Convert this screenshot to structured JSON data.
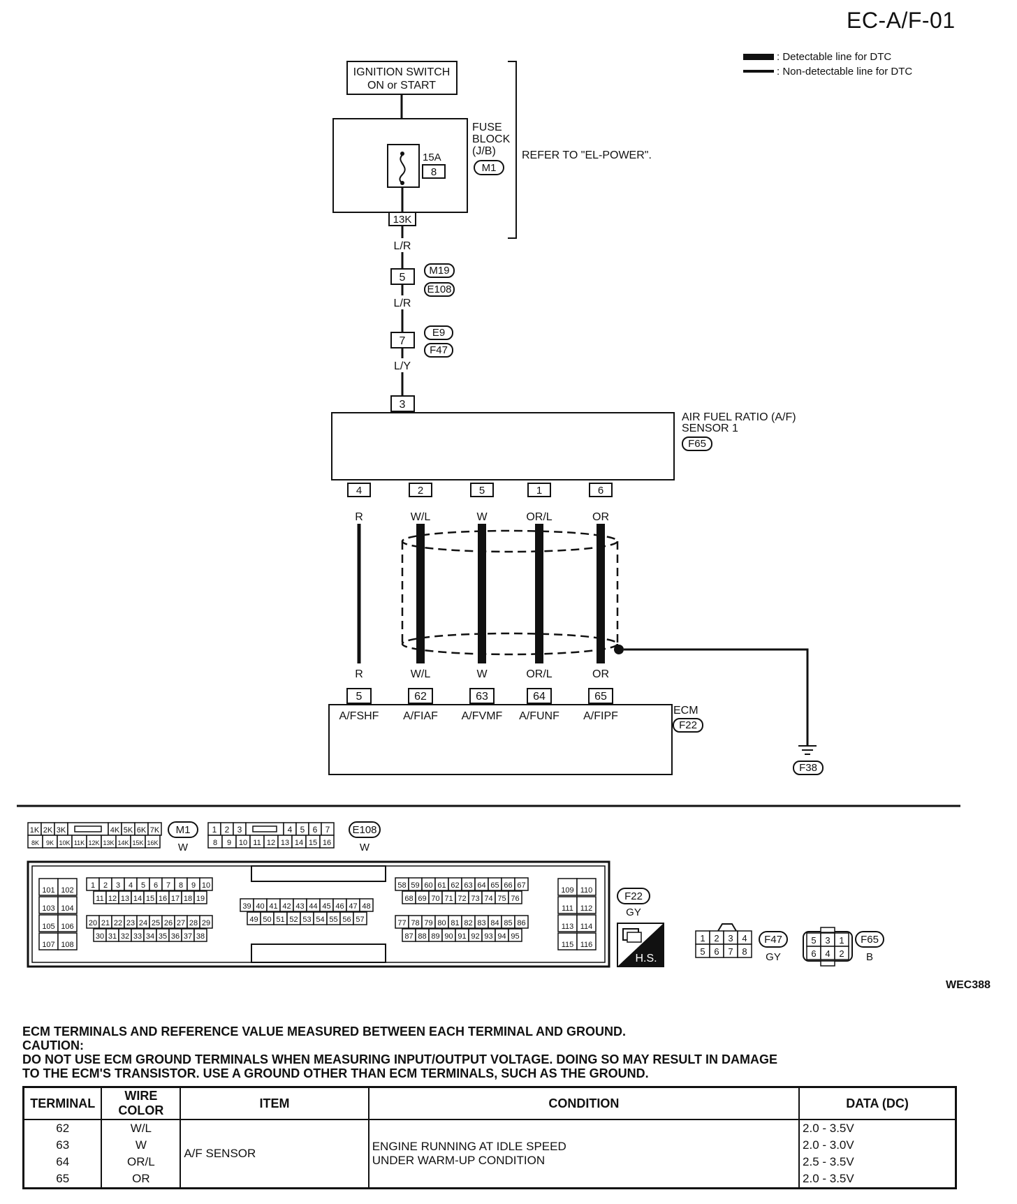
{
  "page_id": "EC-A/F-01",
  "figure_code": "WEC388",
  "legend": {
    "detectable": ": Detectable line for DTC",
    "non_detectable": ": Non-detectable line for DTC"
  },
  "ignition_switch": {
    "line1": "IGNITION SWITCH",
    "line2": "ON or START"
  },
  "fuse_block": {
    "label1": "FUSE",
    "label2": "BLOCK",
    "label3": "(J/B)",
    "connector": "M1",
    "fuse_rating": "15A",
    "fuse_number": "8",
    "terminal": "13K"
  },
  "refer_note": "REFER TO \"EL-POWER\".",
  "wires": {
    "w1": "L/R",
    "w2": "L/R",
    "w3": "L/Y"
  },
  "joint1": {
    "pin": "5",
    "conn_a": "M19",
    "conn_b": "E108"
  },
  "joint2": {
    "pin": "7",
    "conn_a": "E9",
    "conn_b": "F47"
  },
  "sensor": {
    "name1": "AIR FUEL RATIO (A/F)",
    "name2": "SENSOR 1",
    "connector": "F65",
    "top_pin": "3",
    "pins": [
      {
        "pin": "4",
        "color": "R"
      },
      {
        "pin": "2",
        "color": "W/L"
      },
      {
        "pin": "5",
        "color": "W"
      },
      {
        "pin": "1",
        "color": "OR/L"
      },
      {
        "pin": "6",
        "color": "OR"
      }
    ]
  },
  "ecm": {
    "name": "ECM",
    "connector": "F22",
    "terminals": [
      {
        "pin": "5",
        "color": "R",
        "signal": "A/FSHF"
      },
      {
        "pin": "62",
        "color": "W/L",
        "signal": "A/FIAF"
      },
      {
        "pin": "63",
        "color": "W",
        "signal": "A/FVMF"
      },
      {
        "pin": "64",
        "color": "OR/L",
        "signal": "A/FUNF"
      },
      {
        "pin": "65",
        "color": "OR",
        "signal": "A/FIPF"
      }
    ]
  },
  "ground_connector": "F38",
  "connectors": {
    "m1": {
      "id": "M1",
      "color": "W",
      "row1_left": [
        "1K",
        "2K",
        "3K"
      ],
      "row1_right": [
        "4K",
        "5K",
        "6K",
        "7K"
      ],
      "row2": [
        "8K",
        "9K",
        "10K",
        "11K",
        "12K",
        "13K",
        "14K",
        "15K",
        "16K"
      ]
    },
    "e108": {
      "id": "E108",
      "color": "W",
      "row1_left": [
        "1",
        "2",
        "3"
      ],
      "row1_right": [
        "4",
        "5",
        "6",
        "7"
      ],
      "row2": [
        "8",
        "9",
        "10",
        "11",
        "12",
        "13",
        "14",
        "15",
        "16"
      ]
    },
    "f22": {
      "id": "F22",
      "color": "GY",
      "col_left": [
        [
          "101",
          "102"
        ],
        [
          "103",
          "104"
        ],
        [
          "105",
          "106"
        ],
        [
          "107",
          "108"
        ]
      ],
      "col_right": [
        [
          "109",
          "110"
        ],
        [
          "111",
          "112"
        ],
        [
          "113",
          "114"
        ],
        [
          "115",
          "116"
        ]
      ],
      "b1_r1": [
        "1",
        "2",
        "3",
        "4",
        "5",
        "6",
        "7",
        "8",
        "9",
        "10"
      ],
      "b1_r2": [
        "11",
        "12",
        "13",
        "14",
        "15",
        "16",
        "17",
        "18",
        "19"
      ],
      "b1_r3": [
        "20",
        "21",
        "22",
        "23",
        "24",
        "25",
        "26",
        "27",
        "28",
        "29"
      ],
      "b1_r4": [
        "30",
        "31",
        "32",
        "33",
        "34",
        "35",
        "36",
        "37",
        "38"
      ],
      "b2_r1": [
        "39",
        "40",
        "41",
        "42",
        "43",
        "44",
        "45",
        "46",
        "47",
        "48"
      ],
      "b2_r2": [
        "49",
        "50",
        "51",
        "52",
        "53",
        "54",
        "55",
        "56",
        "57"
      ],
      "b3_r1": [
        "58",
        "59",
        "60",
        "61",
        "62",
        "63",
        "64",
        "65",
        "66",
        "67"
      ],
      "b3_r2": [
        "68",
        "69",
        "70",
        "71",
        "72",
        "73",
        "74",
        "75",
        "76"
      ],
      "b3_r3": [
        "77",
        "78",
        "79",
        "80",
        "81",
        "82",
        "83",
        "84",
        "85",
        "86"
      ],
      "b3_r4": [
        "87",
        "88",
        "89",
        "90",
        "91",
        "92",
        "93",
        "94",
        "95"
      ]
    },
    "hs_badge": "H.S.",
    "f47": {
      "id": "F47",
      "color": "GY",
      "row1": [
        "1",
        "2",
        "3",
        "4"
      ],
      "row2": [
        "5",
        "6",
        "7",
        "8"
      ]
    },
    "f65": {
      "id": "F65",
      "color": "B",
      "row1": [
        "5",
        "3",
        "1"
      ],
      "row2": [
        "6",
        "4",
        "2"
      ]
    }
  },
  "notes": {
    "line1": "ECM TERMINALS AND REFERENCE VALUE MEASURED BETWEEN EACH TERMINAL AND GROUND.",
    "line2": "CAUTION:",
    "line3": "DO NOT USE ECM GROUND TERMINALS WHEN MEASURING INPUT/OUTPUT VOLTAGE. DOING SO MAY RESULT IN DAMAGE",
    "line4": "TO THE ECM'S TRANSISTOR. USE A GROUND OTHER THAN ECM TERMINALS, SUCH AS THE GROUND."
  },
  "table": {
    "headers": [
      "TERMINAL",
      "WIRE COLOR",
      "ITEM",
      "CONDITION",
      "DATA (DC)"
    ],
    "item": "A/F SENSOR",
    "condition1": "ENGINE RUNNING AT IDLE SPEED",
    "condition2": "UNDER WARM-UP CONDITION",
    "rows": [
      {
        "terminal": "62",
        "wire": "W/L",
        "data": "2.0 - 3.5V"
      },
      {
        "terminal": "63",
        "wire": "W",
        "data": "2.0 - 3.0V"
      },
      {
        "terminal": "64",
        "wire": "OR/L",
        "data": "2.5 - 3.5V"
      },
      {
        "terminal": "65",
        "wire": "OR",
        "data": "2.0 - 3.5V"
      }
    ]
  }
}
